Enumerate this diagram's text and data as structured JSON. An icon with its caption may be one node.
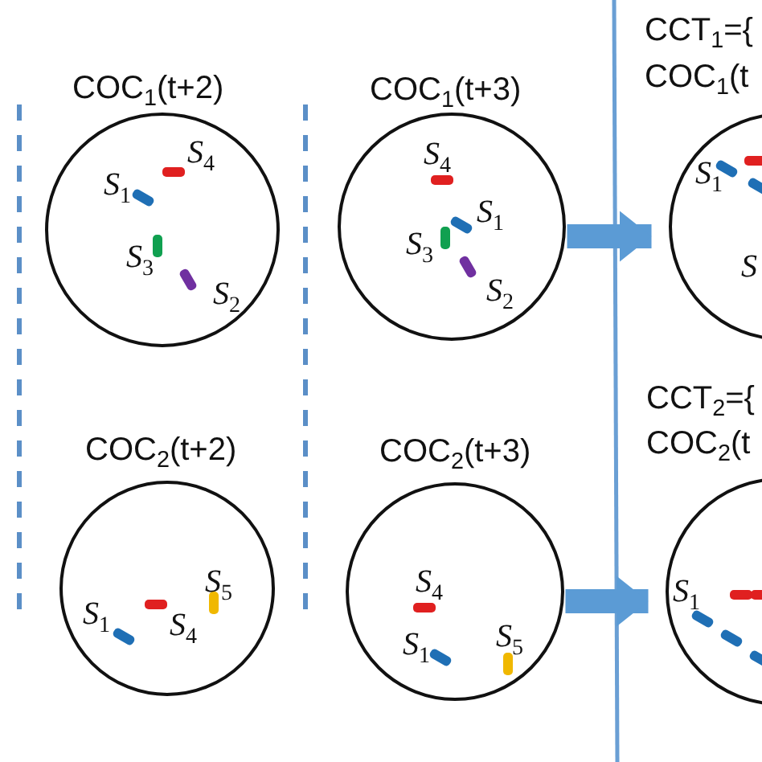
{
  "diagram": {
    "nodes": [
      {
        "text": [
          "COC$_{1}$(t+2)",
          "S$_{1}$",
          "S$_{4}$",
          "S$_{3}$",
          "S$_{2}$"
        ]
      },
      {
        "text": [
          "COC$_{1}$(t+3)",
          "S$_{4}$",
          "S$_{1}$",
          "S$_{3}$",
          "S$_{2}$"
        ]
      },
      {
        "text": [
          "CCT$_{1}$={",
          "COC$_{1}$(t",
          "S$_{1}$",
          "S"
        ]
      },
      {
        "text": [
          "COC$_{2}$(t+2)",
          "S$_{1}$",
          "S$_{4}$",
          "S$_{5}$"
        ]
      },
      {
        "text": [
          "COC$_{2}$(t+3)",
          "S$_{4}$",
          "S$_{1}$",
          "S$_{5}$"
        ]
      },
      {
        "text": [
          "CCT$_{2}$={",
          "COC$_{2}$(t",
          "S$_{1}$"
        ]
      }
    ],
    "edges": [
      {
        "from": 1,
        "to": 2,
        "arrow": "to"
      },
      {
        "from": 4,
        "to": 5,
        "arrow": "to"
      }
    ]
  }
}
